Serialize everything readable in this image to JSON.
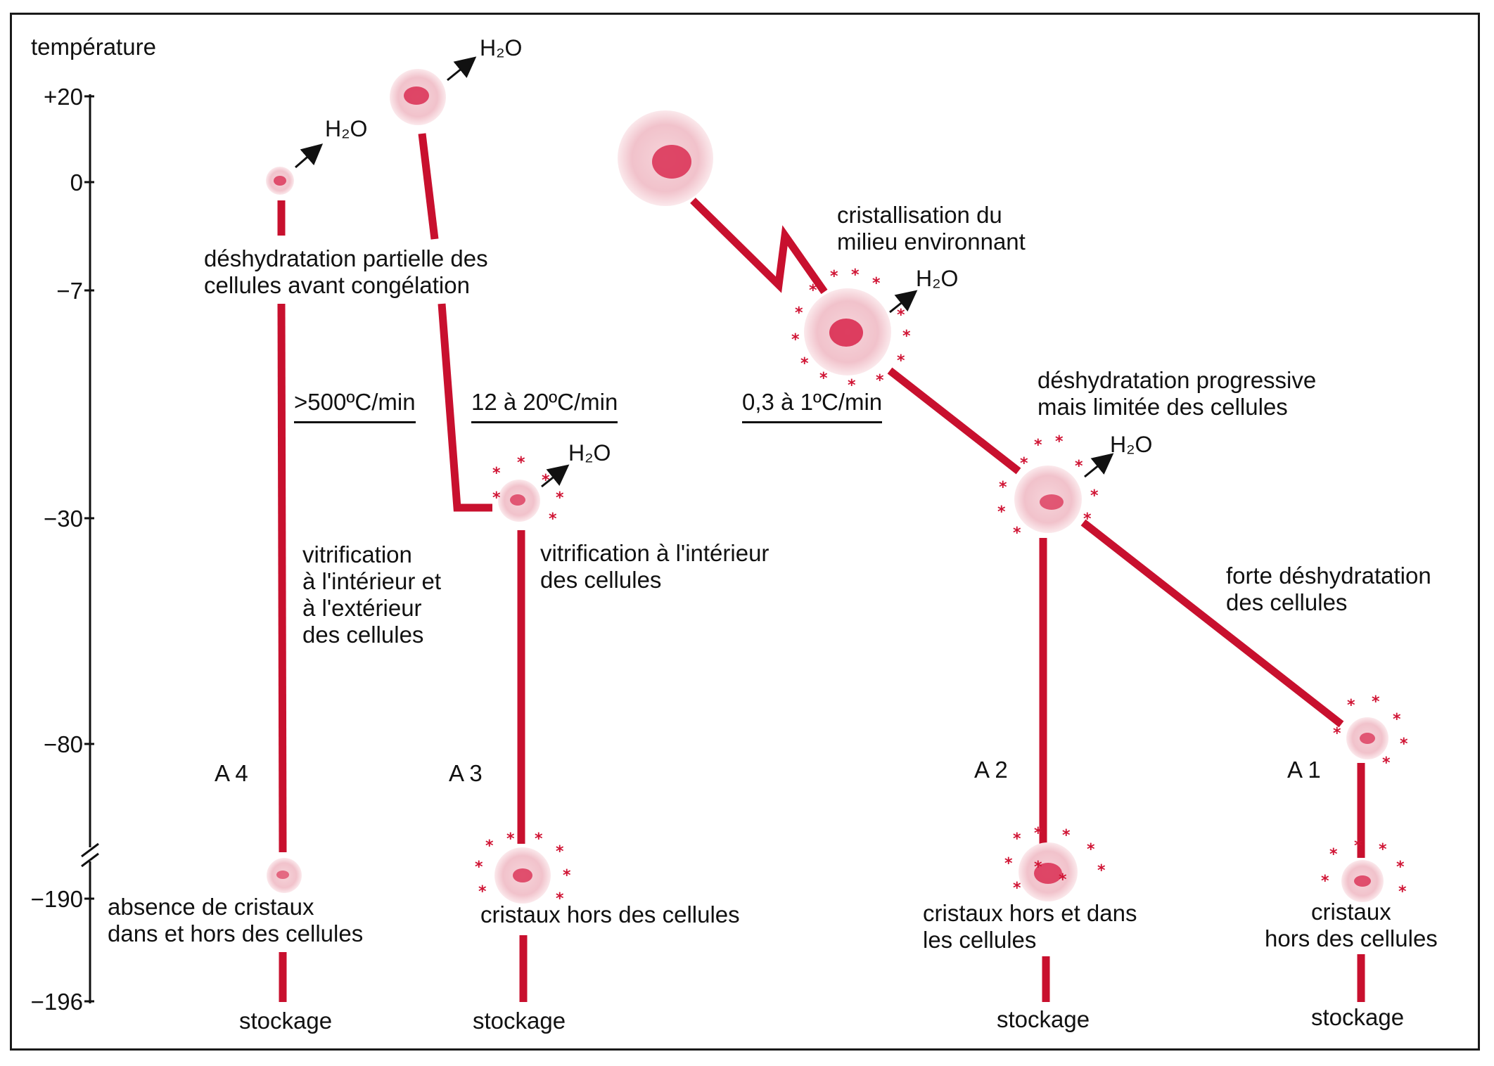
{
  "axis": {
    "title": "température",
    "ticks": [
      "+20",
      "0",
      "−7",
      "−30",
      "−80",
      "−190",
      "−196"
    ]
  },
  "water": "H₂O",
  "rates": {
    "a4": ">500ºC/min",
    "a3": "12 à 20ºC/min",
    "a12": "0,3 à 1ºC/min"
  },
  "labels": {
    "partial_dehydration": "déshydratation partielle des\ncellules avant congélation",
    "vitrification_in_out": "vitrification\nà l'intérieur et\nà l'extérieur\ndes cellules",
    "vitrification_in": "vitrification à l'intérieur\ndes cellules",
    "crystallization_medium": "cristallisation du\nmilieu environnant",
    "progressive_dehydration": "déshydratation progressive\nmais limitée des cellules",
    "strong_dehydration": "forte déshydratation\ndes cellules",
    "no_crystals": "absence de cristaux\ndans et hors des cellules",
    "crystals_outside": "cristaux hors des cellules",
    "crystals_in_out": "cristaux hors et dans\nles cellules",
    "crystals_outside_a1": "cristaux\nhors des cellules"
  },
  "curves": {
    "a4": "A 4",
    "a3": "A 3",
    "a2": "A 2",
    "a1": "A 1"
  },
  "storage": "stockage",
  "colors": {
    "line": "#c8102e",
    "cell": "#f3c9d0",
    "nucleus": "#d8234a",
    "crystal": "#d01434",
    "axis": "#111111"
  }
}
